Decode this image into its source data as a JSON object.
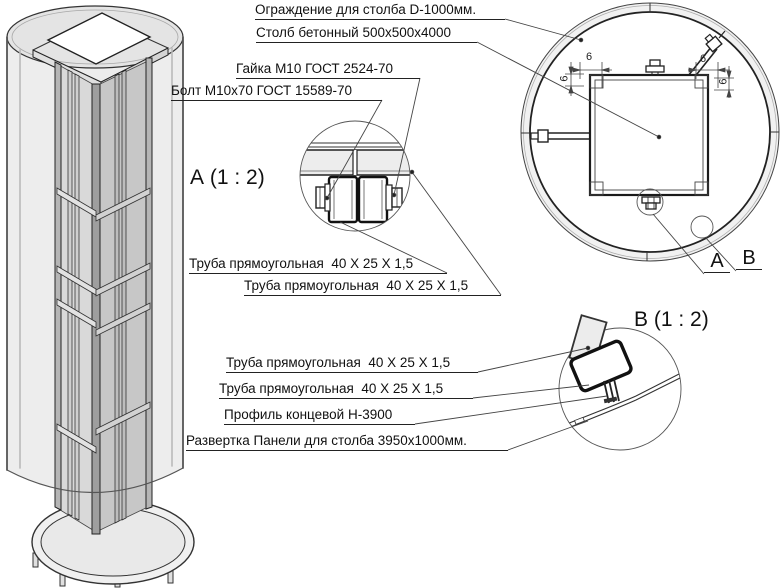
{
  "drawing": {
    "type": "technical-assembly-drawing",
    "background": "#ffffff",
    "line_color": "#1a1a1a",
    "fill_light": "#ededed",
    "fill_mid": "#d9d9d9",
    "fill_dark": "#c7c7c7"
  },
  "callouts": {
    "fence": "Ограждение для столба D-1000мм.",
    "column": "Столб бетонный 500х500х4000",
    "nut": "Гайка М10 ГОСТ 2524-70",
    "bolt": "Болт М10х70 ГОСТ 15589-70",
    "tube_a1": "Труба прямоугольная  40 Х 25 Х 1,5",
    "tube_a2": "Труба прямоугольная  40 Х 25 Х 1,5",
    "tube_b1": "Труба прямоугольная  40 Х 25 Х 1,5",
    "tube_b2": "Труба прямоугольная  40 Х 25 Х 1,5",
    "profile": "Профиль концевой Н-3900",
    "panel": "Развертка Панели для столба 3950х1000мм."
  },
  "views": {
    "detail_a_title": "А (1 : 2)",
    "detail_b_title": "В (1 : 2)",
    "marker_a": "А",
    "marker_b": "В"
  },
  "dimensions": {
    "top_left_h": "6",
    "top_left_v": "6",
    "top_right_h": "6",
    "top_right_v": "6"
  }
}
